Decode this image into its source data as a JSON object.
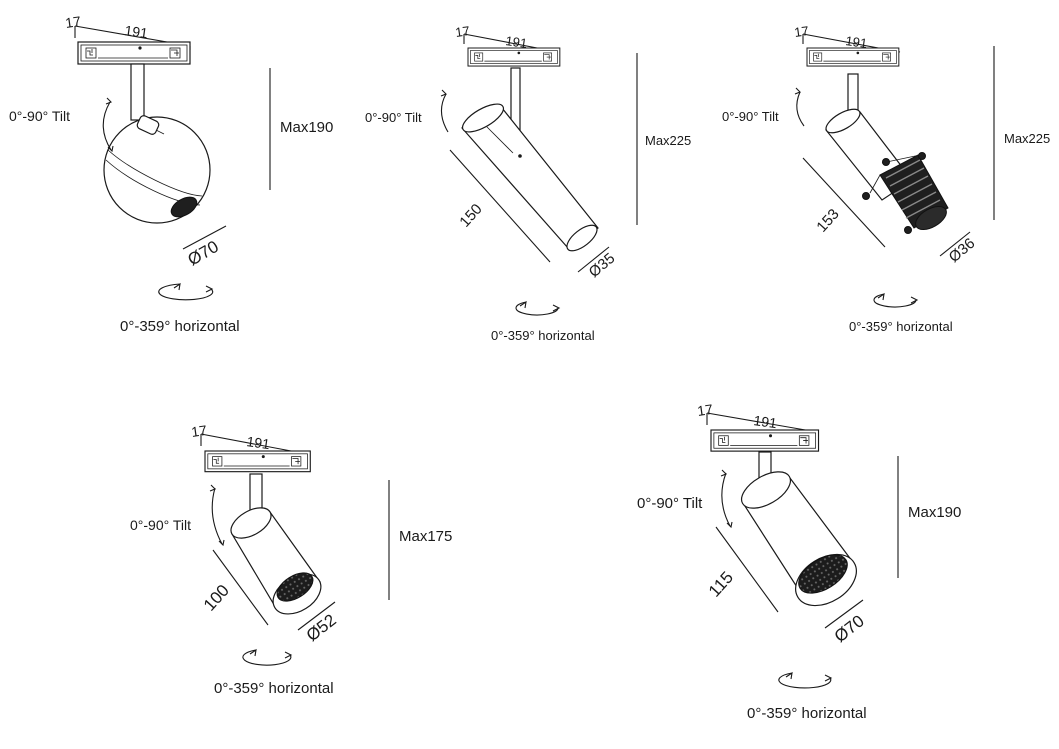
{
  "fixtures": [
    {
      "id": "ball",
      "rail_depth": "17",
      "rail_length": "191",
      "tilt": "0°-90°  Tilt",
      "height": "Max190",
      "length": "",
      "diameter": "Ø70",
      "rotation": "0°-359° horizontal"
    },
    {
      "id": "slim",
      "rail_depth": "17",
      "rail_length": "191",
      "tilt": "0°-90°  Tilt",
      "height": "Max225",
      "length": "150",
      "diameter": "Ø35",
      "rotation": "0°-359° horizontal"
    },
    {
      "id": "zoom",
      "rail_depth": "17",
      "rail_length": "191",
      "tilt": "0°-90°  Tilt",
      "height": "Max225",
      "length": "153",
      "diameter": "Ø36",
      "rotation": "0°-359° horizontal"
    },
    {
      "id": "small-cylinder",
      "rail_depth": "17",
      "rail_length": "191",
      "tilt": "0°-90°  Tilt",
      "height": "Max175",
      "length": "100",
      "diameter": "Ø52",
      "rotation": "0°-359° horizontal"
    },
    {
      "id": "large-cylinder",
      "rail_depth": "17",
      "rail_length": "191",
      "tilt": "0°-90°  Tilt",
      "height": "Max190",
      "length": "115",
      "diameter": "Ø70",
      "rotation": "0°-359° horizontal"
    }
  ]
}
